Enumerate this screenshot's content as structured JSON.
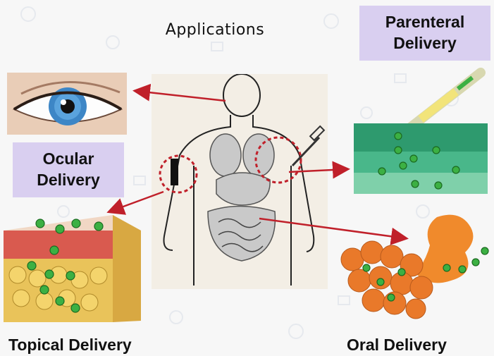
{
  "title": "Applications",
  "badges": {
    "parenteral": [
      "Parenteral",
      "Delivery"
    ],
    "ocular": [
      "Ocular",
      "Delivery"
    ]
  },
  "captions": {
    "topical": "Topical Delivery",
    "oral": "Oral Delivery"
  },
  "colors": {
    "arrow": "#c0202a",
    "badge": "#d9cff0",
    "particle": "#3cb043",
    "stomach": "#f08a2c",
    "tissue": "#2e9a6e"
  }
}
